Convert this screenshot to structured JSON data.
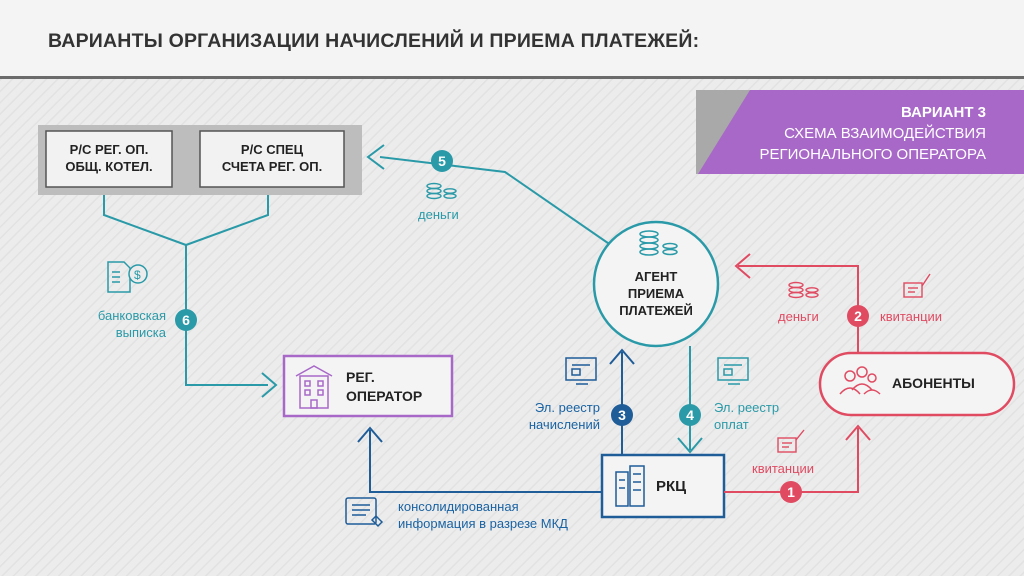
{
  "header": {
    "title": "ВАРИАНТЫ ОРГАНИЗАЦИИ НАЧИСЛЕНИЙ И ПРИЕМА ПЛАТЕЖЕЙ:"
  },
  "badge": {
    "variant": "ВАРИАНТ 3",
    "line1": "СХЕМА ВЗАИМОДЕЙСТВИЯ",
    "line2": "РЕГИОНАЛЬНОГО ОПЕРАТОРА"
  },
  "accounts": {
    "left": {
      "line1": "Р/С РЕГ. ОП.",
      "line2": "ОБЩ. КОТЕЛ."
    },
    "right": {
      "line1": "Р/С СПЕЦ",
      "line2": "СЧЕТА РЕГ. ОП."
    }
  },
  "agent": {
    "line1": "АГЕНТ",
    "line2": "ПРИЕМА",
    "line3": "ПЛАТЕЖЕЙ"
  },
  "operator": {
    "line1": "РЕГ.",
    "line2": "ОПЕРАТОР"
  },
  "rkc": {
    "label": "РКЦ"
  },
  "subscribers": {
    "label": "АБОНЕНТЫ"
  },
  "steps": {
    "s1": {
      "num": "1",
      "label": "квитанции"
    },
    "s2": {
      "num": "2",
      "label_money": "деньги",
      "label_receipts": "квитанции"
    },
    "s3": {
      "num": "3",
      "line1": "Эл. реестр",
      "line2": "начислений"
    },
    "s4": {
      "num": "4",
      "line1": "Эл. реестр",
      "line2": "оплат"
    },
    "s5": {
      "num": "5",
      "label": "деньги"
    },
    "s6": {
      "num": "6",
      "line1": "банковская",
      "line2": "выписка"
    }
  },
  "consolidated": {
    "line1": "консолидированная",
    "line2": "информация в разрезе МКД"
  },
  "colors": {
    "teal": "#2a9aa8",
    "blue": "#1a63a3",
    "red": "#e04b62",
    "purple": "#a868c8",
    "dark_blue": "#1f5d99"
  }
}
